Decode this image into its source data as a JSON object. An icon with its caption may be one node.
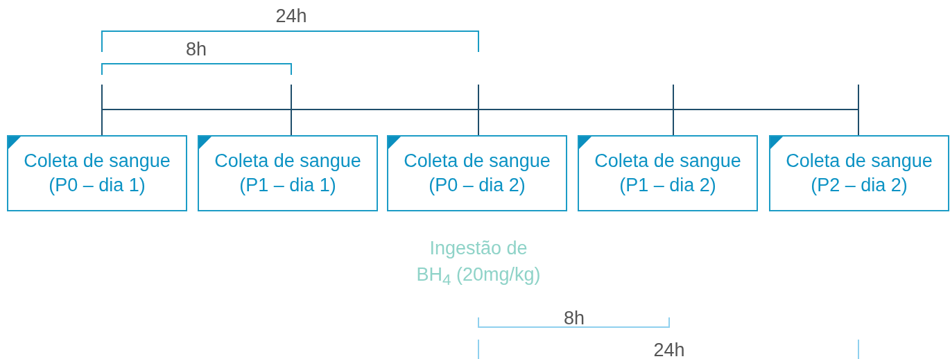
{
  "diagram": {
    "nodes": [
      {
        "text": [
          "Coleta de sangue (P0 – dia 1)"
        ]
      },
      {
        "text": [
          "Coleta de sangue (P1 – dia 1)"
        ]
      },
      {
        "text": [
          "Coleta de sangue (P0 – dia 2)"
        ]
      },
      {
        "text": [
          "Coleta de sangue (P1 – dia 2)"
        ]
      },
      {
        "text": [
          "Coleta de sangue (P2 – dia 2)"
        ]
      }
    ],
    "edges": [],
    "labels": [
      "24h",
      "8h",
      "Ingestão de BH$_{4}$ (20mg/kg)",
      "8h",
      "24h"
    ]
  }
}
